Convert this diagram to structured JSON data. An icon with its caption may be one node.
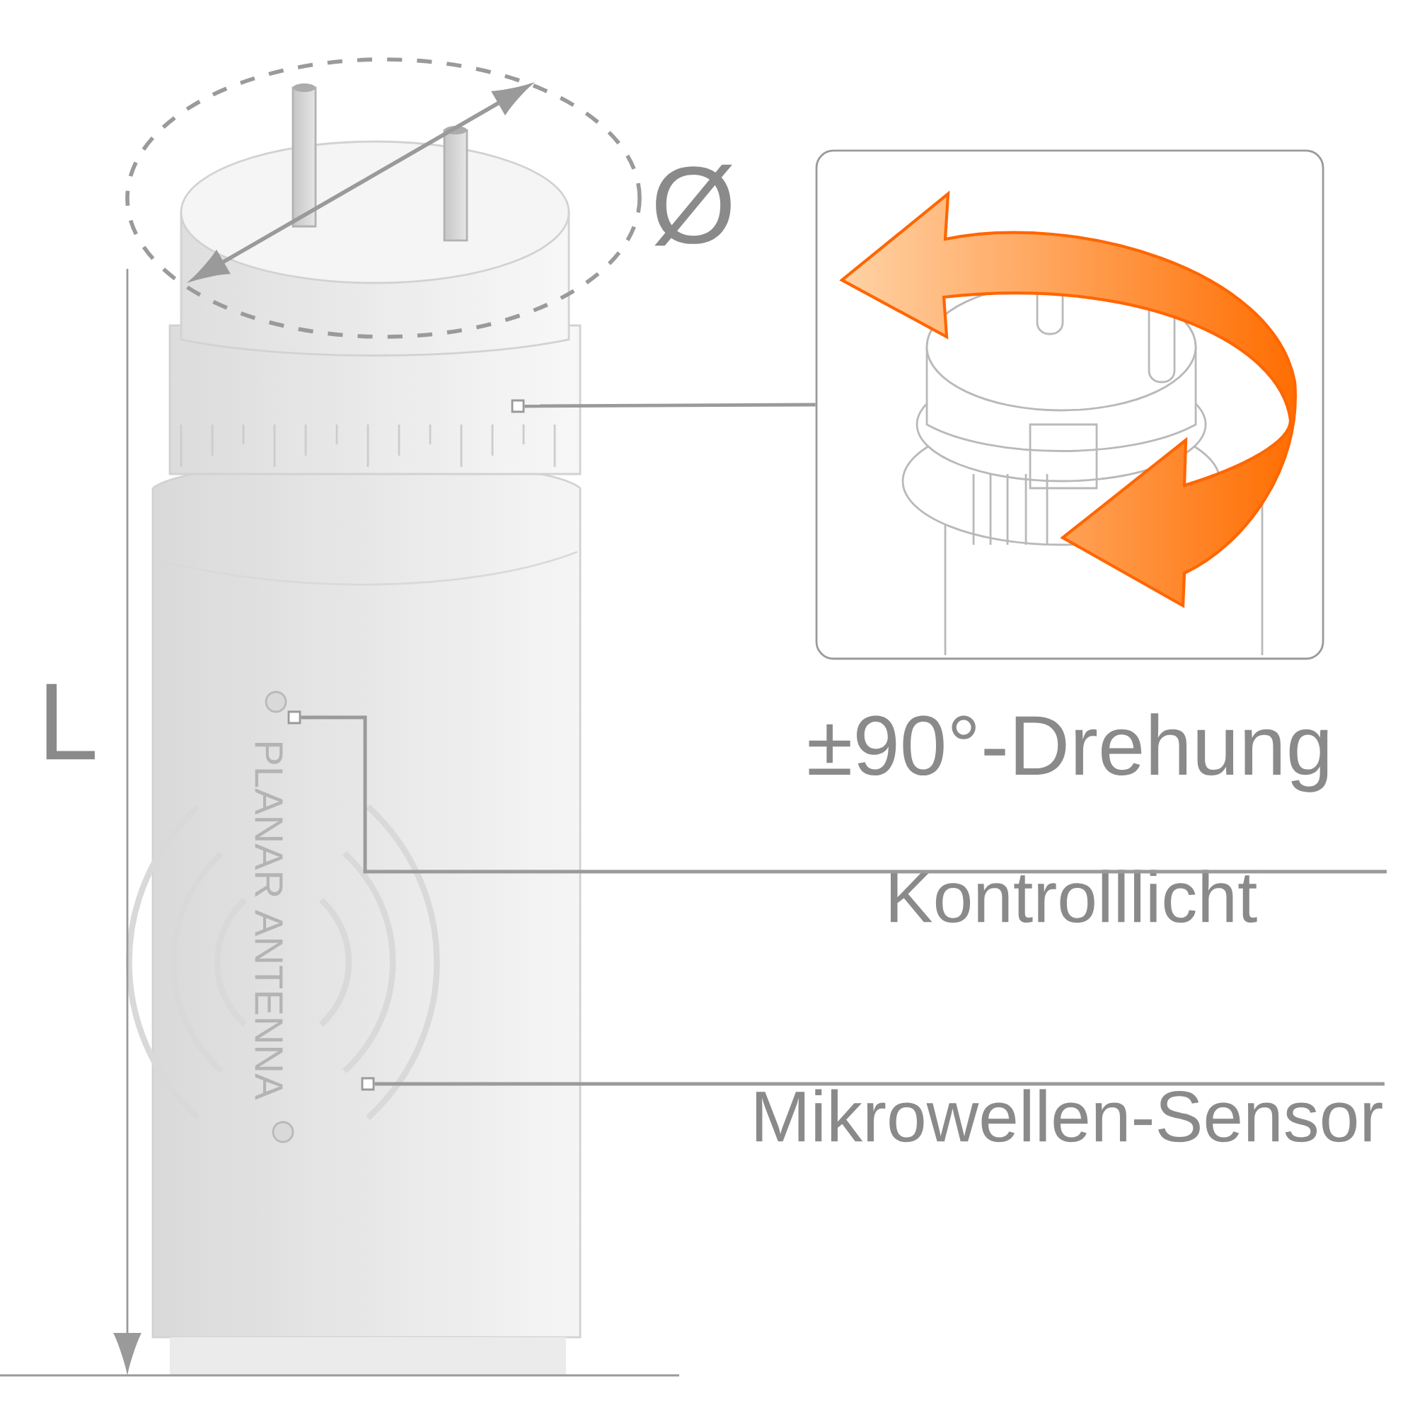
{
  "diagram": {
    "nodes": [
      {
        "text": [],
        "shape": "picture",
        "beside": [
          "±90°-Drehung"
        ]
      },
      {
        "text": [],
        "shape": "box"
      },
      {
        "text": [
          "Kontrolllicht"
        ]
      },
      {
        "text": [],
        "shape": "box"
      },
      {
        "text": [
          "Mikrowellen-Sensor"
        ]
      },
      {
        "text": [],
        "shape": "box"
      }
    ],
    "edges": [
      {
        "from": 0,
        "to": 1,
        "arrow": "none"
      },
      {
        "from": 2,
        "to": 3,
        "arrow": "none"
      },
      {
        "from": 4,
        "to": 5,
        "arrow": "none"
      }
    ],
    "labels": [
      "Ø",
      "L",
      "PLANAR ANTENNA"
    ]
  }
}
